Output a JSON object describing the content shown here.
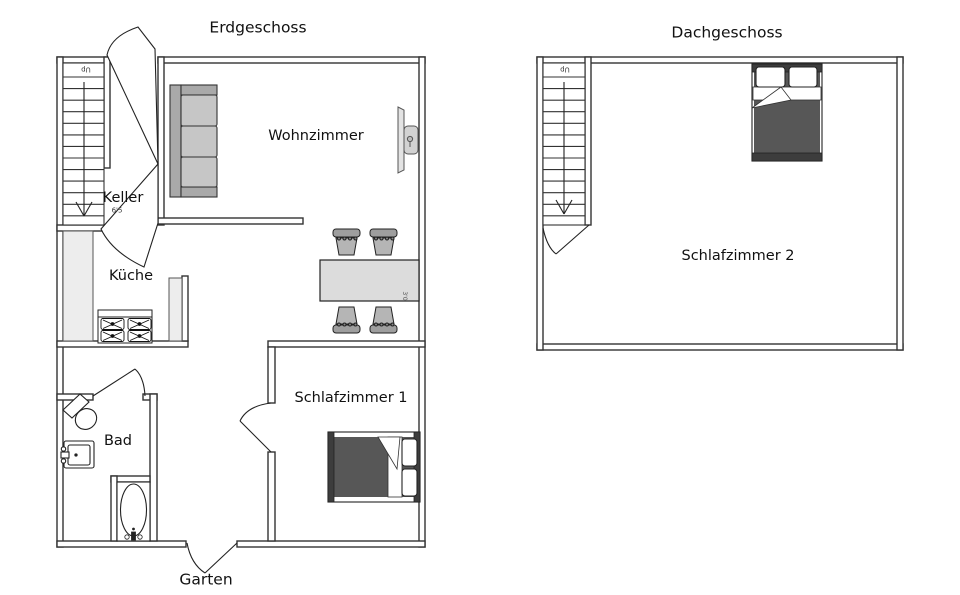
{
  "floorplan": {
    "left": {
      "title": "Erdgeschoss",
      "rooms": {
        "wohnzimmer": "Wohnzimmer",
        "keller": "Keller",
        "kueche": "Küche",
        "bad": "Bad",
        "schlafzimmer1": "Schlafzimmer 1"
      },
      "outside_label": "Garten",
      "stairs_label": "Up",
      "door_dimension": "6'5",
      "table_dimension": "3'0"
    },
    "right": {
      "title": "Dachgeschoss",
      "rooms": {
        "schlafzimmer2": "Schlafzimmer 2"
      },
      "stairs_label": "Up"
    },
    "colors": {
      "wall_stroke": "#333333",
      "furniture_stroke": "#222222",
      "sofa_back": "#a9a9a9",
      "sofa_cushion": "#c6c6c6",
      "blanket": "#575757",
      "bed_frame": "#3d3d3d",
      "table": "#dcdcdc",
      "counter": "#ededed",
      "chair_seat": "#b5b5b5",
      "chair_rail": "#9e9e9e"
    }
  }
}
